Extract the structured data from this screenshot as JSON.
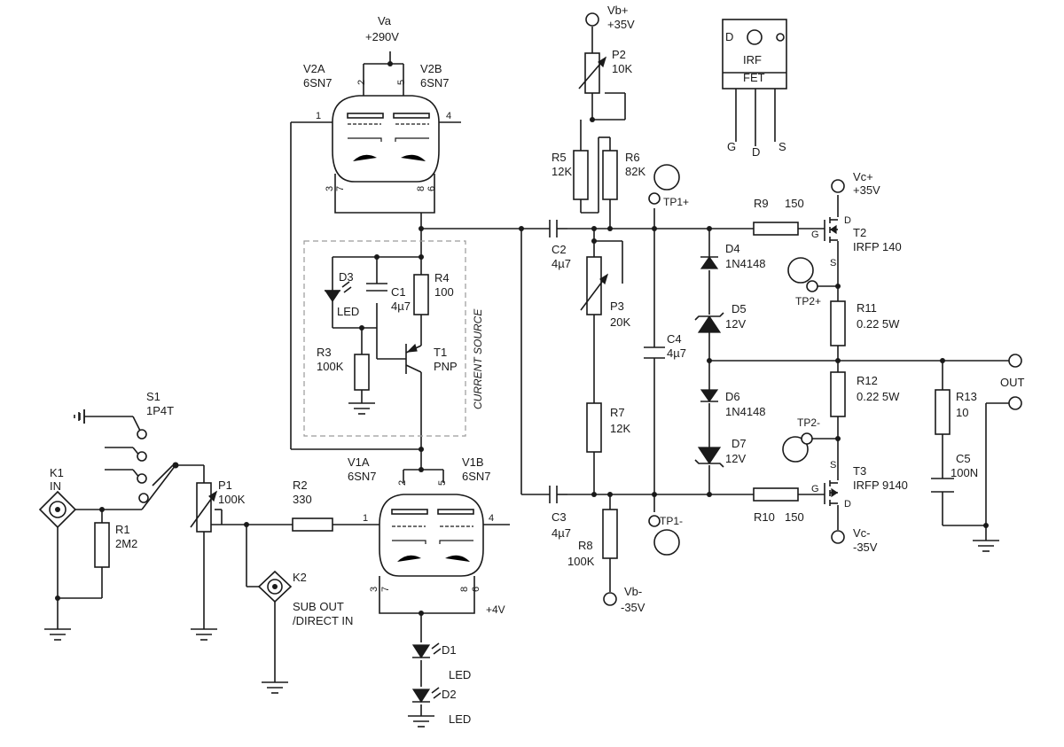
{
  "supplies": {
    "va": [
      "Va",
      "+290V"
    ],
    "vb_plus": [
      "Vb+",
      "+35V"
    ],
    "vb_minus": [
      "Vb-",
      "-35V"
    ],
    "vc_plus": [
      "Vc+",
      "+35V"
    ],
    "vc_minus": [
      "Vc-",
      "-35V"
    ],
    "bias": "+4V"
  },
  "tubes": {
    "v2a": [
      "V2A",
      "6SN7"
    ],
    "v2b": [
      "V2B",
      "6SN7"
    ],
    "v1a": [
      "V1A",
      "6SN7"
    ],
    "v1b": [
      "V1B",
      "6SN7"
    ],
    "pins": {
      "p1": "1",
      "p2": "2",
      "p3": "3",
      "p4": "4",
      "p5": "5",
      "p6": "6",
      "p7": "7",
      "p8": "8"
    }
  },
  "fet_package": {
    "line1": "IRF",
    "line2": "FET",
    "d": "D",
    "g": "G",
    "s": "S"
  },
  "parts": {
    "s1": [
      "S1",
      "1P4T"
    ],
    "k1": [
      "K1",
      "IN"
    ],
    "r1": [
      "R1",
      "2M2"
    ],
    "p1": [
      "P1",
      "100K"
    ],
    "r2": [
      "R2",
      "330"
    ],
    "k2": [
      "K2",
      "SUB OUT",
      "/DIRECT IN"
    ],
    "d1": [
      "D1",
      "LED"
    ],
    "d2": [
      "D2",
      "LED"
    ],
    "d3": [
      "D3",
      "LED"
    ],
    "c1": [
      "C1",
      "4µ7"
    ],
    "r4": [
      "R4",
      "100"
    ],
    "r3": [
      "R3",
      "100K"
    ],
    "t1": [
      "T1",
      "PNP"
    ],
    "current_source": "CURRENT SOURCE",
    "p2": [
      "P2",
      "10K"
    ],
    "r5": [
      "R5",
      "12K"
    ],
    "r6": [
      "R6",
      "82K"
    ],
    "tp1p": "TP1+",
    "c2": [
      "C2",
      "4µ7"
    ],
    "p3": [
      "P3",
      "20K"
    ],
    "c4": [
      "C4",
      "4µ7"
    ],
    "r7": [
      "R7",
      "12K"
    ],
    "c3": [
      "C3",
      "4µ7"
    ],
    "r8": [
      "R8",
      "100K"
    ],
    "tp1m": "TP1-",
    "r9": [
      "R9",
      "150"
    ],
    "d4": [
      "D4",
      "1N4148"
    ],
    "d5": [
      "D5",
      "12V"
    ],
    "d6": [
      "D6",
      "1N4148"
    ],
    "d7": [
      "D7",
      "12V"
    ],
    "r10": [
      "R10",
      "150"
    ],
    "t2": [
      "T2",
      "IRFP 140"
    ],
    "t3": [
      "T3",
      "IRFP 9140"
    ],
    "tp2p": "TP2+",
    "tp2m": "TP2-",
    "r11": [
      "R11",
      "0.22 5W"
    ],
    "r12": [
      "R12",
      "0.22  5W"
    ],
    "r13": [
      "R13",
      "10"
    ],
    "c5": [
      "C5",
      "100N"
    ],
    "out": "OUT",
    "mosfet_pins": {
      "g": "G",
      "d": "D",
      "s": "S"
    }
  }
}
